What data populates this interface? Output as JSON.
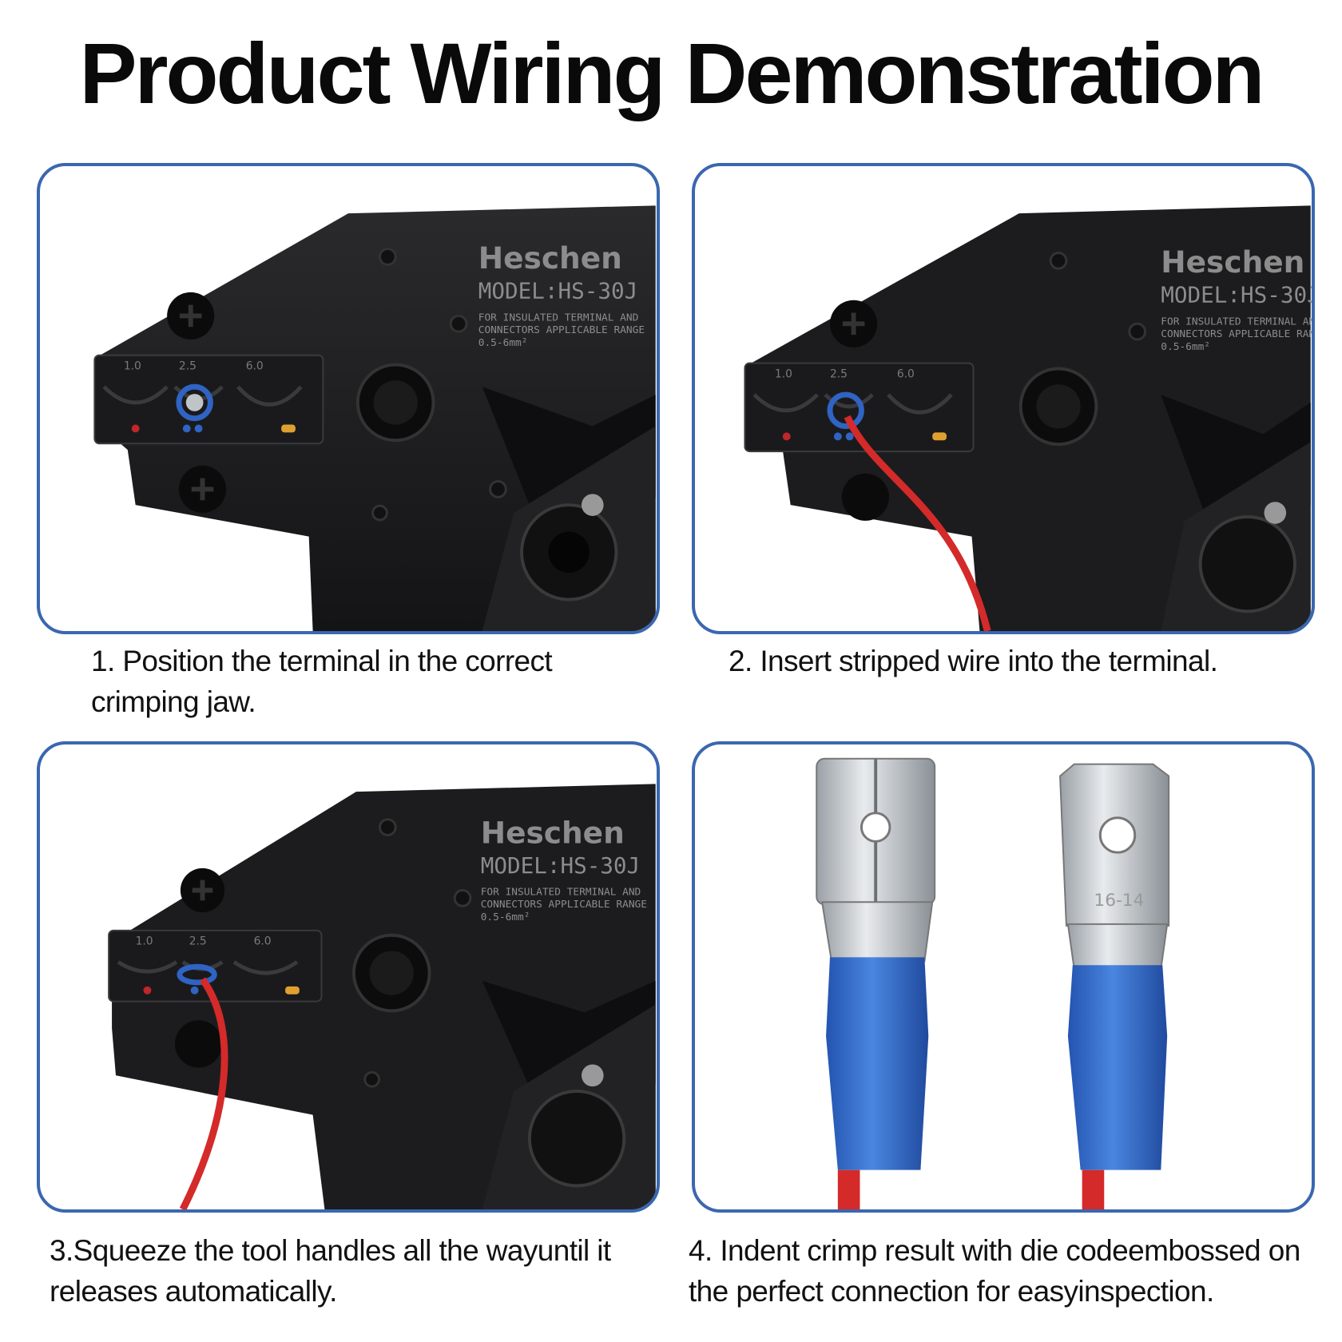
{
  "title": "Product Wiring Demonstration",
  "tool": {
    "brand": "Heschen",
    "model": "MODEL:HS-30J",
    "spec_line1": "FOR INSULATED TERMINAL AND",
    "spec_line2": "CONNECTORS APPLICABLE RANGE",
    "spec_line3": "0.5-6mm²",
    "jaw_sizes": [
      "1.0",
      "2.5",
      "6.0"
    ]
  },
  "terminal": {
    "die_code": "16-14"
  },
  "steps": [
    {
      "caption": "1. Position the terminal in the correct crimping jaw."
    },
    {
      "caption": "2. Insert stripped wire into the terminal."
    },
    {
      "caption": "3.Squeeze the tool handles all the wayuntil it releases automatically."
    },
    {
      "caption": "4. Indent crimp result with die codeembossed on the perfect connection for easyinspection."
    }
  ],
  "colors": {
    "border": "#3a67b0",
    "tool": "#1c1c1e",
    "wire": "#d42a2a",
    "insulation": "#2f63c4"
  }
}
